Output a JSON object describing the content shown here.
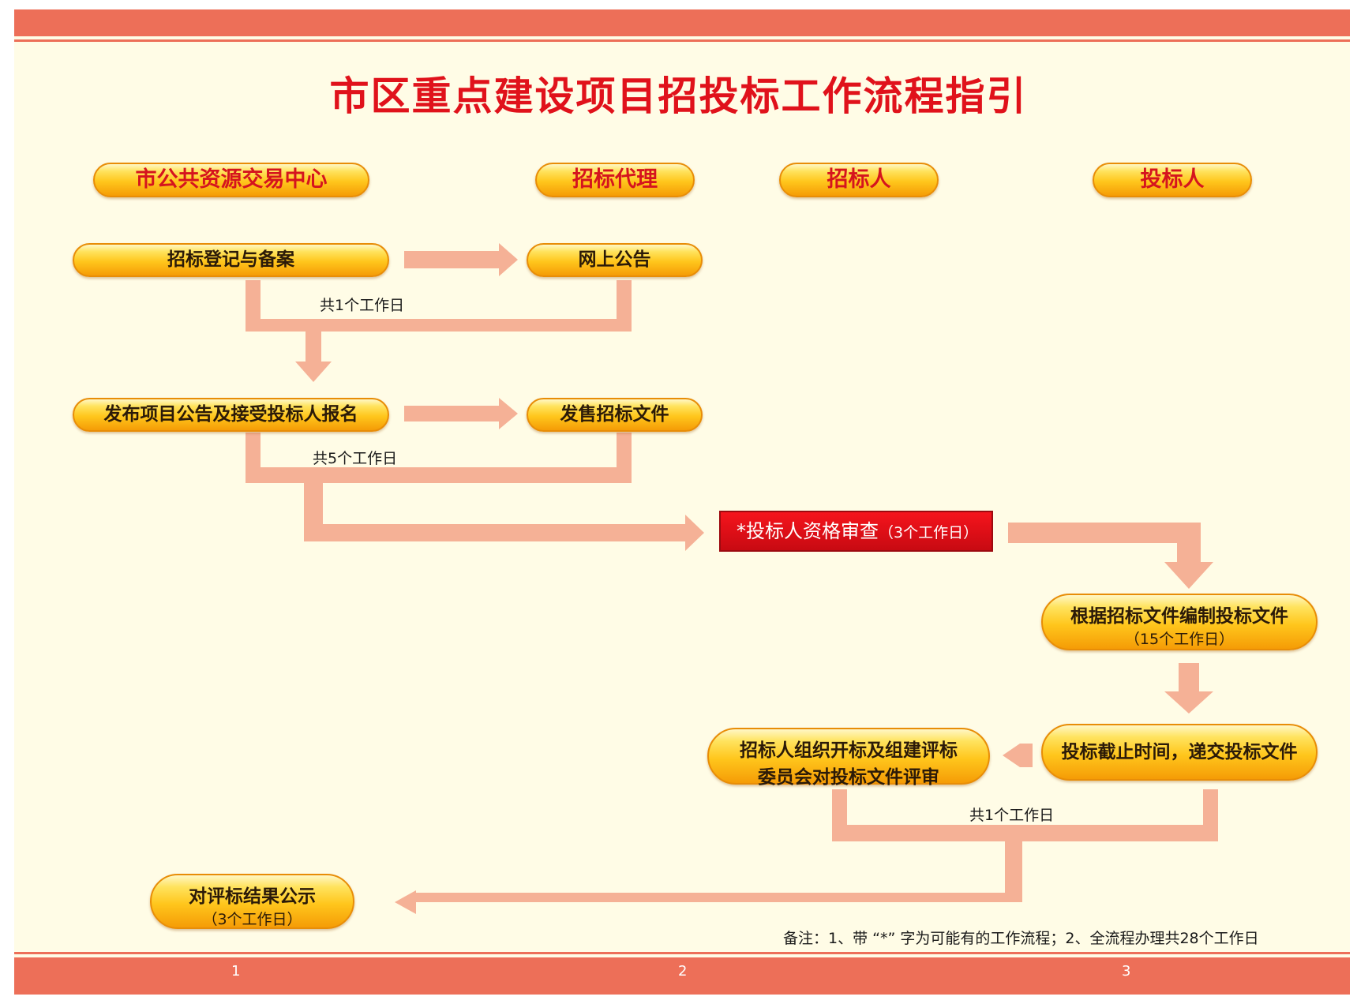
{
  "title": "市区重点建设项目招投标工作流程指引",
  "roles": [
    "市公共资源交易中心",
    "招标代理",
    "招标人",
    "投标人"
  ],
  "steps": {
    "register": "招标登记与备案",
    "online_notice": "网上公告",
    "publish": "发布项目公告及接受投标人报名",
    "sell_docs": "发售招标文件",
    "qualification": "*投标人资格审查",
    "qualification_days": "（3个工作日）",
    "prepare_line1": "根据招标文件编制投标文件",
    "prepare_line2": "（15个工作日）",
    "deadline": "投标截止时间，递交投标文件",
    "evaluate_line1": "招标人组织开标及组建评标",
    "evaluate_line2": "委员会对投标文件评审",
    "publicity_line1": "对评标结果公示",
    "publicity_line2": "（3个工作日）"
  },
  "durations": {
    "d1": "共1个工作日",
    "d2": "共5个工作日",
    "d3": "共1个工作日"
  },
  "note": "备注：1、带 “*” 字为可能有的工作流程；2、全流程办理共28个工作日",
  "page_numbers": [
    "1",
    "2",
    "3"
  ],
  "colors": {
    "band": "#ed6f58",
    "background": "#fffce6",
    "title": "#e0121b",
    "arrow": "#f5b196",
    "pill": "#ffc61c",
    "highlight_box": "#e0121b"
  }
}
